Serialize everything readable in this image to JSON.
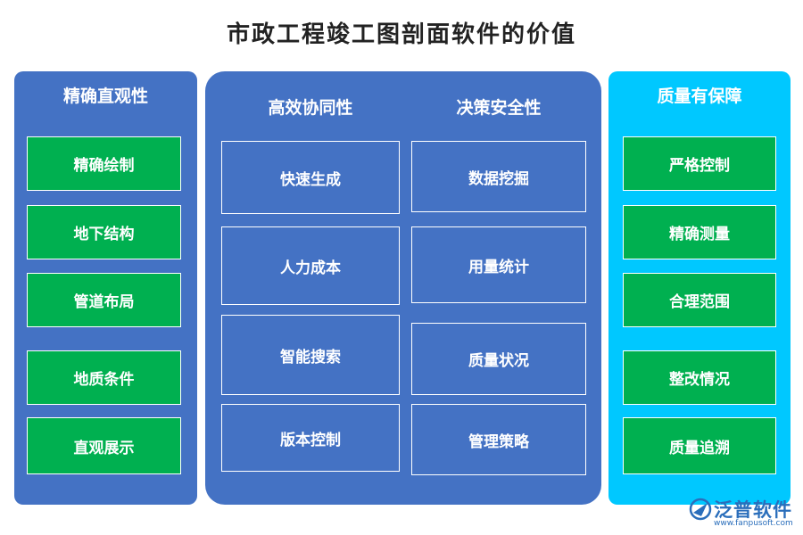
{
  "title": "市政工程竣工图剖面软件的价值",
  "left": {
    "heading": "精确直观性",
    "items": [
      "精确绘制",
      "地下结构",
      "管道布局",
      "地质条件",
      "直观展示"
    ]
  },
  "middle": {
    "col1": {
      "heading": "高效协同性",
      "items": [
        "快速生成",
        "人力成本",
        "智能搜索",
        "版本控制"
      ]
    },
    "col2": {
      "heading": "决策安全性",
      "items": [
        "数据挖掘",
        "用量统计",
        "质量状况",
        "管理策略"
      ]
    }
  },
  "right": {
    "heading": "质量有保障",
    "items": [
      "严格控制",
      "精确测量",
      "合理范围",
      "整改情况",
      "质量追溯"
    ]
  },
  "logo": {
    "name": "泛普软件",
    "url": "www.fanpusoft.com"
  },
  "colors": {
    "panel_blue": "#4472c4",
    "panel_cyan": "#00c8ff",
    "box_green": "#00b050"
  }
}
